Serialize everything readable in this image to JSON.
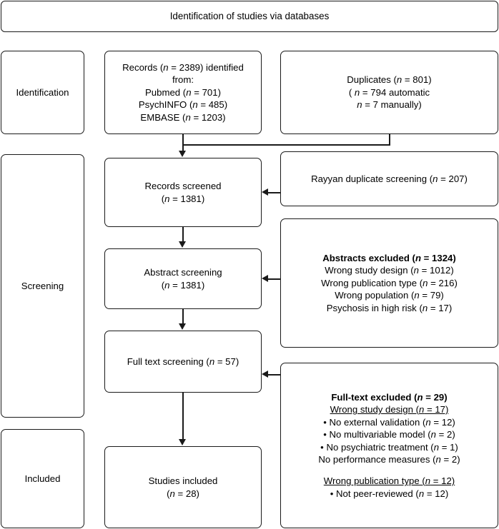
{
  "diagram": {
    "title": "Identification of studies via databases",
    "stages": [
      {
        "id": "identification",
        "label": "Identification"
      },
      {
        "id": "screening",
        "label": "Screening"
      },
      {
        "id": "included",
        "label": "Included"
      }
    ],
    "flow_boxes": {
      "records_identified": {
        "lines": [
          "Records (n = 2389) identified",
          "from:",
          "Pubmed (n = 701)",
          "PsychINFO (n = 485)",
          "EMBASE (n = 1203)"
        ]
      },
      "records_screened": {
        "lines": [
          "Records screened",
          "(n = 1381)"
        ]
      },
      "abstract_screening": {
        "lines": [
          "Abstract screening",
          "(n = 1381)"
        ]
      },
      "fulltext_screening": {
        "lines": [
          "Full text screening (n = 57)"
        ]
      },
      "studies_included": {
        "lines": [
          "Studies included",
          "(n = 28)"
        ]
      }
    },
    "side_boxes": {
      "duplicates": {
        "lines": [
          "Duplicates (n = 801)",
          "( n = 794 automatic",
          "n = 7 manually)"
        ]
      },
      "rayyan": {
        "lines": [
          "Rayyan duplicate screening (n = 207)"
        ]
      },
      "abstracts_excluded": {
        "heading": "Abstracts excluded (n = 1324)",
        "lines": [
          "Wrong study design (n = 1012)",
          "Wrong publication type (n = 216)",
          "Wrong population (n = 79)",
          "Psychosis in high risk (n = 17)"
        ]
      },
      "fulltext_excluded": {
        "heading": "Full-text excluded (n = 29)",
        "group1_heading": "Wrong study design (n = 17)",
        "group1_items": [
          "• No external validation (n = 12)",
          "• No multivariable model (n = 2)",
          "• No psychiatric treatment (n = 1)",
          "No performance measures (n = 2)"
        ],
        "group2_heading": "Wrong publication type (n = 12)",
        "group2_items": [
          "• Not peer-reviewed (n = 12)"
        ]
      }
    },
    "colors": {
      "stroke": "#1a1a1a",
      "fill": "#ffffff",
      "text": "#000000"
    }
  }
}
